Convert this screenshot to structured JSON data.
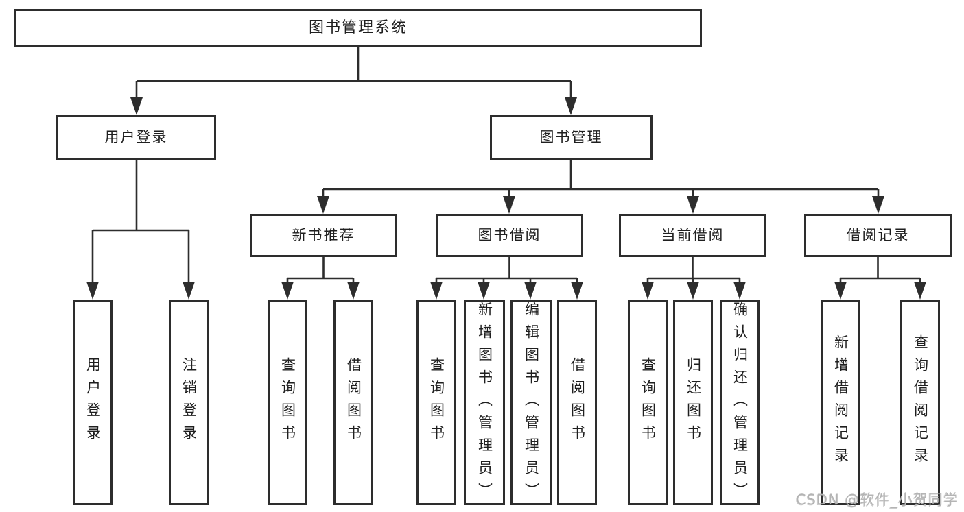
{
  "diagram_title": "图书管理系统",
  "colors": {
    "line": "#2d2d2d",
    "text": "#1f1f1f",
    "background": "#ffffff",
    "watermark": "#b4b4b4"
  },
  "tree": {
    "root": "图书管理系统",
    "branches": [
      {
        "label": "用户登录",
        "children": [
          {
            "label": "用户登录"
          },
          {
            "label": "注销登录"
          }
        ]
      },
      {
        "label": "图书管理",
        "children": [
          {
            "label": "新书推荐",
            "children": [
              {
                "label": "查询图书"
              },
              {
                "label": "借阅图书"
              }
            ]
          },
          {
            "label": "图书借阅",
            "children": [
              {
                "label": "查询图书"
              },
              {
                "label": "新增图书（管理员）"
              },
              {
                "label": "编辑图书（管理员）"
              },
              {
                "label": "借阅图书"
              }
            ]
          },
          {
            "label": "当前借阅",
            "children": [
              {
                "label": "查询图书"
              },
              {
                "label": "归还图书"
              },
              {
                "label": "确认归还（管理员）"
              }
            ]
          },
          {
            "label": "借阅记录",
            "children": [
              {
                "label": "新增借阅记录"
              },
              {
                "label": "查询借阅记录"
              }
            ]
          }
        ]
      }
    ]
  },
  "watermark": "CSDN @软件_小贺同学"
}
